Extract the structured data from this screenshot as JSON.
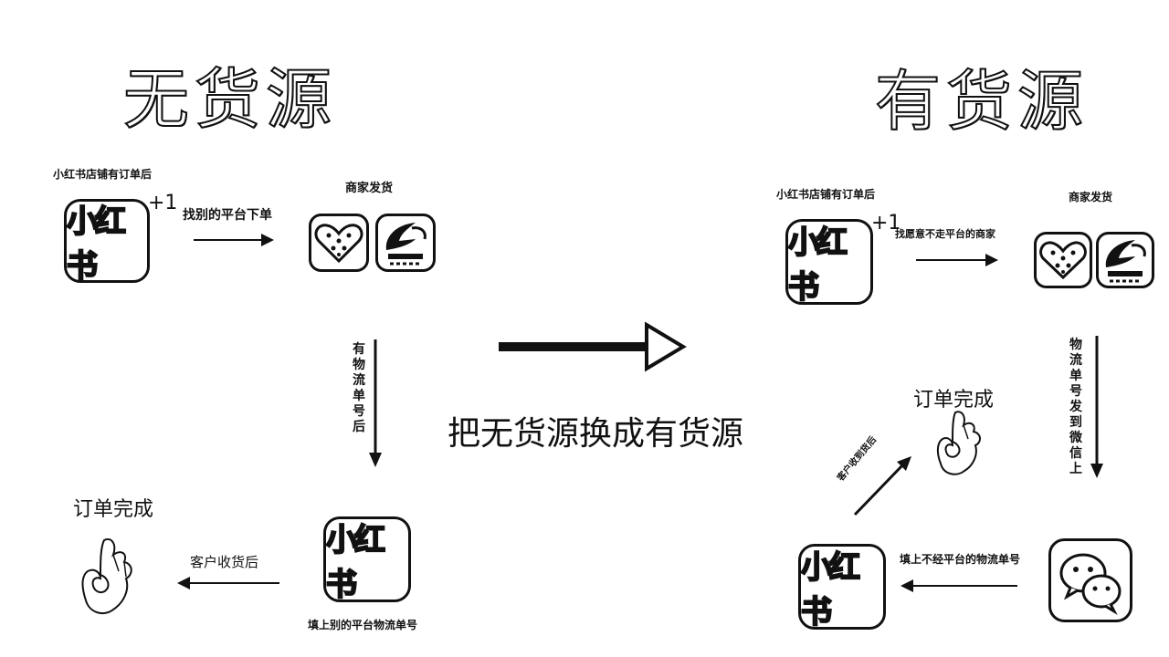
{
  "left": {
    "title": "无货源",
    "order_label": "小红书店铺有订单后",
    "app_text": "小红书",
    "plus_one": "+1",
    "arrow1_label": "找别的平台下单",
    "merchant_label": "商家发货",
    "vertical_label": "有物流单号后",
    "fill_label": "填上别的平台物流单号",
    "receive_label": "客户收货后",
    "done_label": "订单完成"
  },
  "center": {
    "label": "把无货源换成有货源"
  },
  "right": {
    "title": "有货源",
    "order_label": "小红书店铺有订单后",
    "app_text": "小红书",
    "plus_one": "+1",
    "arrow1_label": "找愿意不走平台的商家",
    "merchant_label": "商家发货",
    "vertical_label": "物流单号发到微信上",
    "done_label": "订单完成",
    "receive_label": "客户收到货后",
    "fill_label": "填上不经平台的物流单号"
  },
  "icons": {
    "xiaohongshu": "xiaohongshu-app-icon",
    "pinduoduo": "pinduoduo-heart-icon",
    "alibaba": "alibaba-1688-icon",
    "wechat": "wechat-icon",
    "ok_hand": "ok-hand-icon"
  }
}
